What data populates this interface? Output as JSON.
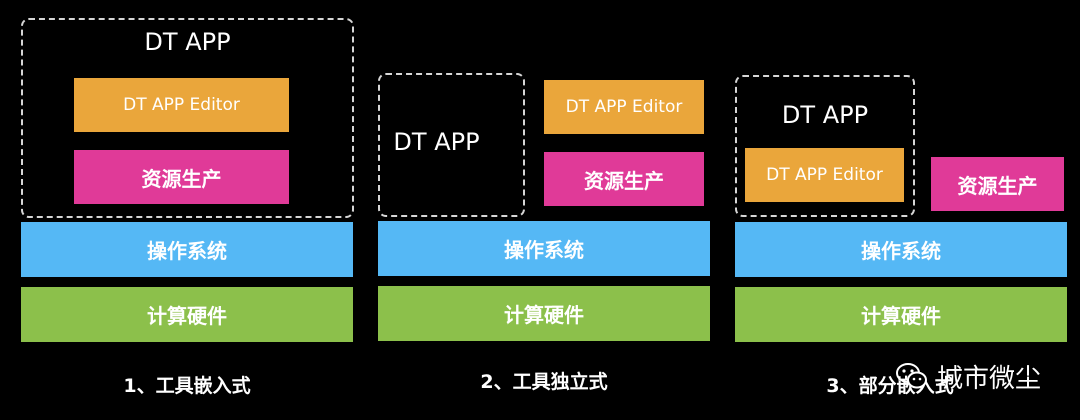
{
  "diagram": {
    "scenarios": [
      {
        "caption": "1、工具嵌入式",
        "app_title": "DT APP",
        "editor": "DT APP Editor",
        "resource": "资源生产",
        "os": "操作系统",
        "hardware": "计算硬件"
      },
      {
        "caption": "2、工具独立式",
        "app_title": "DT APP",
        "editor": "DT APP Editor",
        "resource": "资源生产",
        "os": "操作系统",
        "hardware": "计算硬件"
      },
      {
        "caption": "3、部分嵌入式",
        "app_title": "DT APP",
        "editor": "DT APP Editor",
        "resource": "资源生产",
        "os": "操作系统",
        "hardware": "计算硬件"
      }
    ],
    "colors": {
      "editor": "#eaa63b",
      "resource": "#e03a98",
      "os": "#55b8f5",
      "hardware": "#8cc04b",
      "background": "#000000"
    }
  },
  "watermark": {
    "text": "城市微尘",
    "icon": "wechat-icon"
  }
}
